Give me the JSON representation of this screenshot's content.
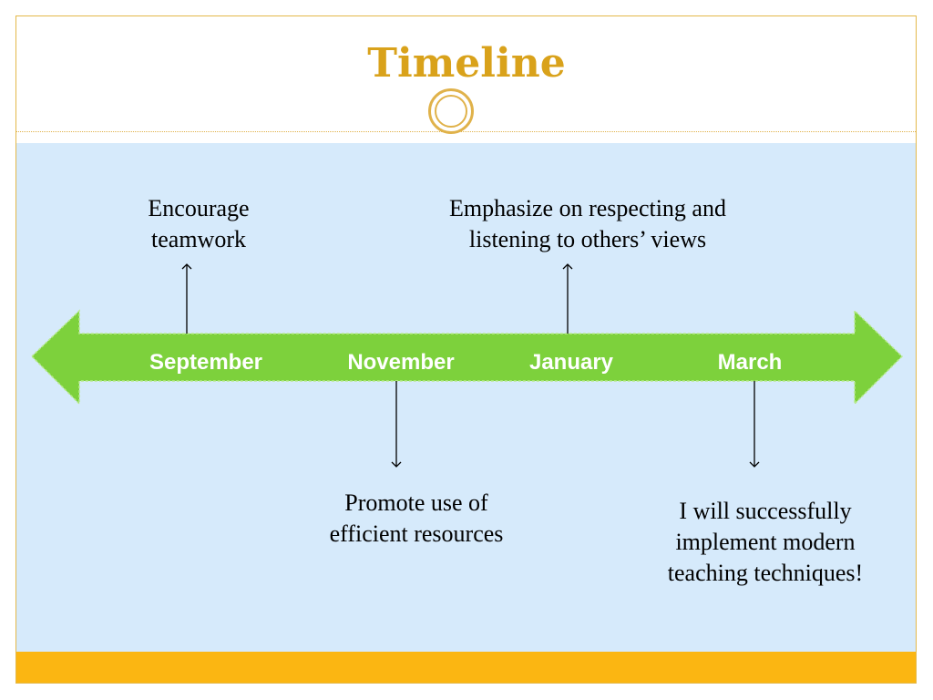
{
  "slide": {
    "title": "Timeline"
  },
  "timeline": {
    "months": [
      {
        "label": "September"
      },
      {
        "label": "November"
      },
      {
        "label": "January"
      },
      {
        "label": "March"
      }
    ],
    "events": [
      {
        "month": "September",
        "direction": "up",
        "lines": [
          "Encourage",
          "teamwork"
        ]
      },
      {
        "month": "November",
        "direction": "down",
        "lines": [
          "Promote use of",
          "efficient resources"
        ]
      },
      {
        "month": "January",
        "direction": "up",
        "lines": [
          "Emphasize on respecting and",
          "listening to others’ views"
        ]
      },
      {
        "month": "March",
        "direction": "down",
        "lines": [
          "I will successfully",
          "implement modern",
          "teaching techniques!"
        ]
      }
    ]
  },
  "colors": {
    "title": "#d9a21b",
    "arrow_fill": "#7dd13c",
    "content_bg": "#d6eafb",
    "footer": "#fbb612",
    "accent_line": "#e0b24a"
  },
  "icons": {
    "ornament": "double-ring-ornament-icon",
    "timeline_arrow": "double-headed-arrow-icon"
  }
}
